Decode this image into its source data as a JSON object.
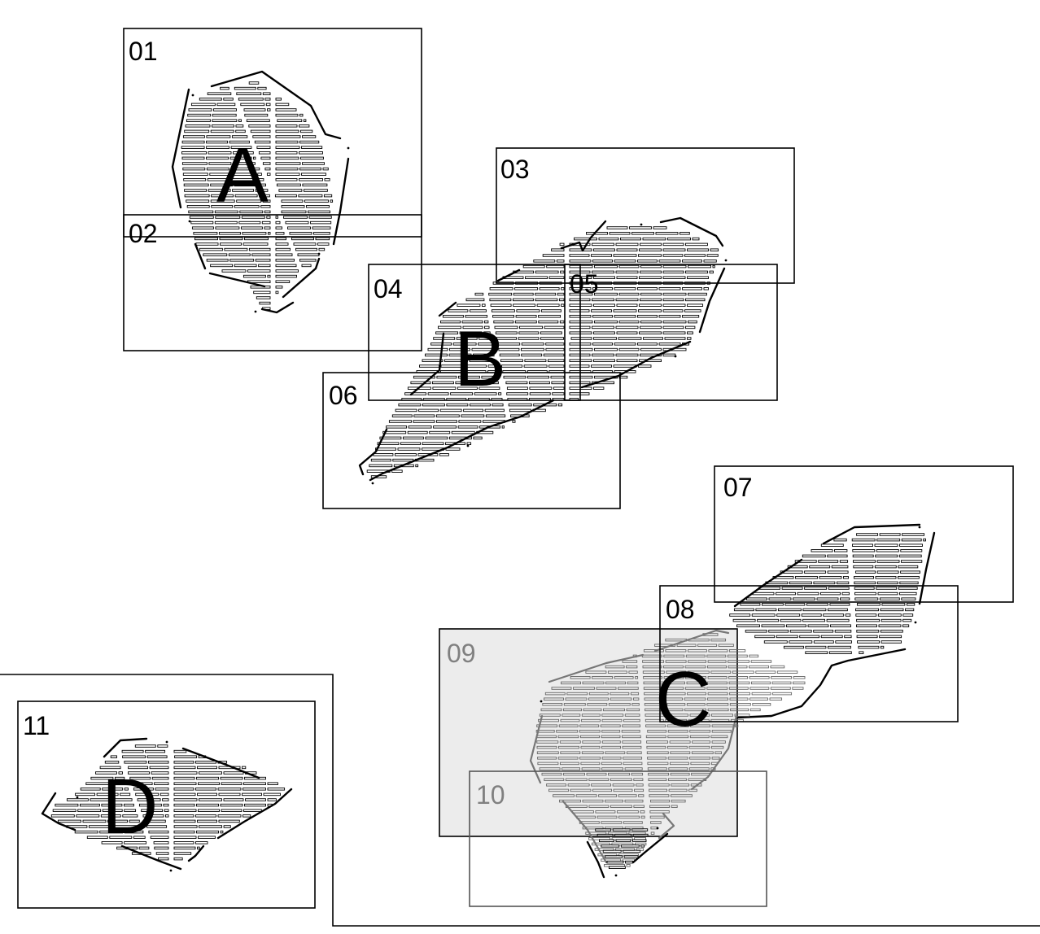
{
  "labels": {
    "panel_01": "01",
    "panel_02": "02",
    "panel_03": "03",
    "panel_04": "04",
    "panel_05": "05",
    "panel_06": "06",
    "panel_07": "07",
    "panel_08": "08",
    "panel_09": "09",
    "panel_10": "10",
    "panel_11": "11",
    "block_a": "A",
    "block_b": "B",
    "block_c": "C",
    "block_d": "D"
  },
  "colors": {
    "line": "#000000",
    "highlight_fill": "#ececec",
    "muted_text": "#808080"
  }
}
